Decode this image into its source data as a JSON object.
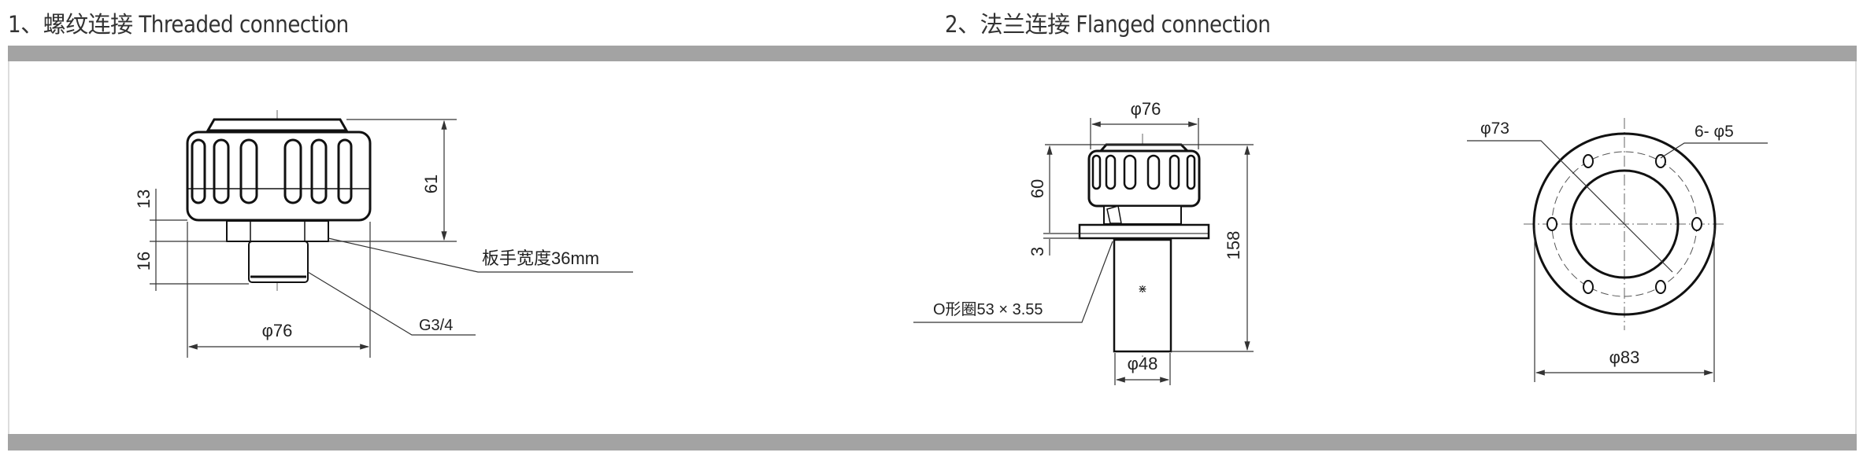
{
  "titles": {
    "threaded": "1、螺纹连接  Threaded connection",
    "flanged": "2、法兰连接  Flanged connection"
  },
  "threaded": {
    "dim_height": "61",
    "dim_cap": "13",
    "dim_thread": "16",
    "dim_diameter": "φ76",
    "thread_label": "G3/4",
    "wrench_label": "板手宽度36mm"
  },
  "flanged": {
    "dim_top_diameter": "φ76",
    "dim_cap_height": "60",
    "dim_flange": "3",
    "dim_total": "158",
    "dim_tube_diameter": "φ48",
    "oring_label": "O形圈53 × 3.55",
    "dim_bolt_circle": "φ73",
    "dim_holes": "6- φ5",
    "dim_outer_diameter": "φ83"
  }
}
